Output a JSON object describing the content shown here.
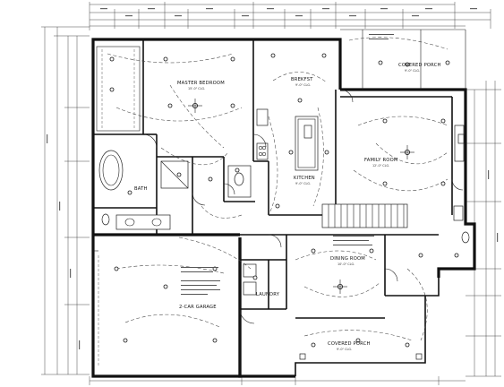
{
  "rooms": {
    "master_bedroom": {
      "name": "MASTER BEDROOM",
      "size": "15'-0\" CLG."
    },
    "breakfast": {
      "name": "BREKFST",
      "size": "9'-0\" CLG."
    },
    "covered_porch_rear": {
      "name": "COVERED PORCH",
      "size": "9'-0\" CLG."
    },
    "family_room": {
      "name": "FAMILY ROOM",
      "size": "12'-0\" CLG."
    },
    "kitchen": {
      "name": "KITCHEN",
      "size": "9'-0\" CLG."
    },
    "bath": {
      "name": "BATH"
    },
    "laundry": {
      "name": "LAUNDRY"
    },
    "dining_room": {
      "name": "DINING ROOM",
      "size": "10'-0\" CLG."
    },
    "garage": {
      "name": "2-CAR GARAGE"
    },
    "covered_porch_front": {
      "name": "COVERED PORCH",
      "size": "9'-0\" CLG."
    }
  },
  "symbols": {
    "ceiling_light": "ceiling-light-icon",
    "ceiling_fan": "ceiling-fan-icon",
    "stair": "stair-icon"
  }
}
